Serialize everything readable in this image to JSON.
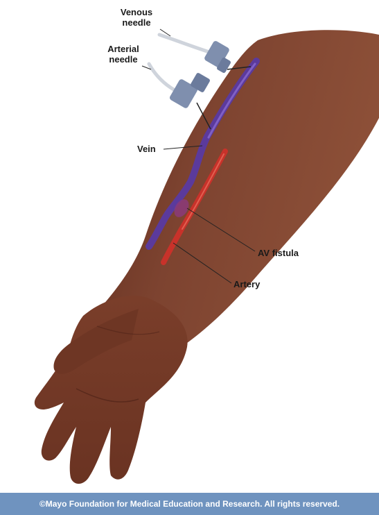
{
  "labels": {
    "venous_needle": [
      "Venous",
      "needle"
    ],
    "arterial_needle": [
      "Arterial",
      "needle"
    ],
    "vein": "Vein",
    "av_fistula": "AV fistula",
    "artery": "Artery"
  },
  "credit": "©Mayo Foundation for Medical Education and Research.  All rights reserved.",
  "colors": {
    "skin": "#7a3f2c",
    "skin_shadow": "#5a2a1c",
    "skin_highlight": "#9a5a42",
    "vein": "#5b3a9c",
    "artery": "#c8322a",
    "needle_hub": "#7f8fae",
    "credit_bar": "#6f93bf"
  }
}
